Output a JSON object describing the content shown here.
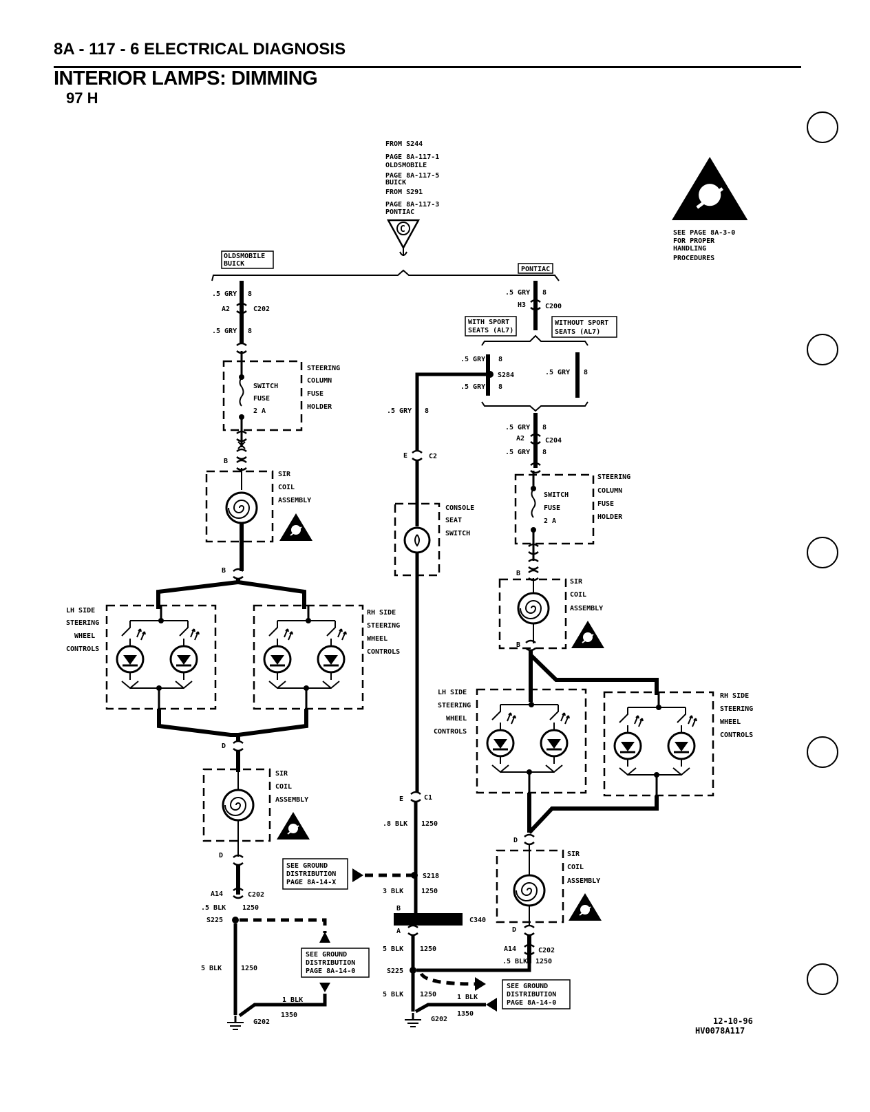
{
  "header": {
    "page_ref": "8A - 117 - 6  ELECTRICAL DIAGNOSIS",
    "title": "INTERIOR LAMPS: DIMMING",
    "subtitle": "97 H"
  },
  "source_note": {
    "lines": [
      "FROM S244",
      "PAGE 8A-117-1",
      "OLDSMOBILE",
      "PAGE 8A-117-5",
      "BUICK",
      "FROM S291",
      "PAGE 8A-117-3",
      "PONTIAC"
    ],
    "connector_letter": "C"
  },
  "esd_warning": {
    "lines": [
      "SEE PAGE 8A-3-0",
      "FOR PROPER",
      "HANDLING",
      "PROCEDURES"
    ],
    "icon": "esd-hand-warning-icon"
  },
  "options": {
    "oldsmobile_buick": [
      "OLDSMOBILE",
      "BUICK"
    ],
    "pontiac": "PONTIAC",
    "with_sport": [
      "WITH SPORT",
      "SEATS (AL7)"
    ],
    "without_sport": [
      "WITHOUT SPORT",
      "SEATS (AL7)"
    ]
  },
  "wires": {
    "gry": ".5 GRY",
    "circuit_gry": "8",
    "blk_08": ".8 BLK",
    "blk_3": "3 BLK",
    "blk_5": "5 BLK",
    "blk_05": ".5 BLK",
    "blk_1": "1 BLK",
    "circuit_1250": "1250",
    "circuit_1350": "1350"
  },
  "connectors": {
    "c202": "C202",
    "c200": "C200",
    "c204": "C204",
    "c2": "C2",
    "c1": "C1",
    "c340": "C340",
    "pin_a2": "A2",
    "pin_h3": "H3",
    "pin_a14": "A14",
    "pin_b": "B",
    "pin_d": "D",
    "pin_e": "E",
    "pin_a": "A"
  },
  "splices": {
    "s284": "S284",
    "s218": "S218",
    "s225": "S225",
    "g202": "G202"
  },
  "components": {
    "steering_fuse_holder": [
      "STEERING",
      "COLUMN",
      "FUSE",
      "HOLDER"
    ],
    "switch_fuse": [
      "SWITCH",
      "FUSE",
      "2 A"
    ],
    "sir_coil": [
      "SIR",
      "COIL",
      "ASSEMBLY"
    ],
    "lh_controls": [
      "LH SIDE",
      "STEERING",
      "WHEEL",
      "CONTROLS"
    ],
    "rh_controls": [
      "RH SIDE",
      "STEERING",
      "WHEEL",
      "CONTROLS"
    ],
    "console_switch": [
      "CONSOLE",
      "SEAT",
      "SWITCH"
    ]
  },
  "ground_notes": {
    "g14x": [
      "SEE GROUND",
      "DISTRIBUTION",
      "PAGE 8A-14-X"
    ],
    "g140": [
      "SEE GROUND",
      "DISTRIBUTION",
      "PAGE 8A-14-0"
    ]
  },
  "footer": {
    "date": "12-10-96",
    "code": "HV0078A117"
  }
}
